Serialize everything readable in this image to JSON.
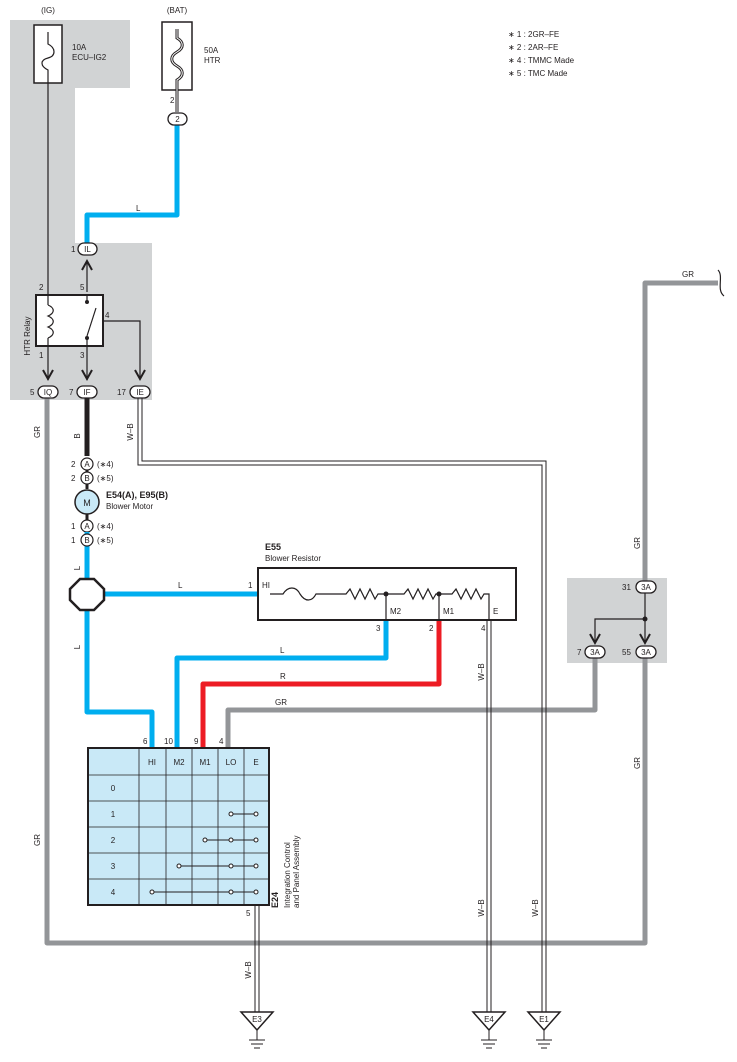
{
  "colors": {
    "blue": "#00aeef",
    "red": "#ed1c24",
    "gray": "#939598",
    "black": "#231f20",
    "shade": "#d1d3d4",
    "table_fill": "#c9e9f7"
  },
  "icons": [
    "fuse-icon",
    "fusible-link-icon",
    "relay-coil-icon",
    "switch-contact-icon",
    "motor-icon",
    "resistor-icon",
    "ground-icon",
    "junction-icon",
    "break-mark-icon"
  ],
  "legend": [
    "∗ 1 : 2GR–FE",
    "∗ 2 : 2AR–FE",
    "∗ 4 : TMMC Made",
    "∗ 5 : TMC Made"
  ],
  "fuses": {
    "ig": {
      "source": "(IG)",
      "rating": "10A",
      "name": "ECU–IG2"
    },
    "bat": {
      "source": "(BAT)",
      "rating": "50A",
      "name": "HTR"
    }
  },
  "relay": {
    "name": "HTR Relay",
    "pins": {
      "p1": "1",
      "p2": "2",
      "p3": "3",
      "p4": "4",
      "p5": "5"
    }
  },
  "connectors": {
    "bat_pin": "2",
    "bat_conn": "2",
    "il_pin": "1",
    "il": "IL",
    "iq_pin": "5",
    "iq": "IQ",
    "if_pin": "7",
    "if": "IF",
    "ie_pin": "17",
    "ie": "IE",
    "c3a_top_pin": "31",
    "c3a_left_pin": "7",
    "c3a_right_pin": "55",
    "c3a": "3A"
  },
  "motor": {
    "ref": "E54(A), E95(B)",
    "name": "Blower Motor",
    "symbol": "M",
    "top": [
      {
        "pin": "2",
        "conn": "A",
        "note": "(∗4)"
      },
      {
        "pin": "2",
        "conn": "B",
        "note": "(∗5)"
      }
    ],
    "bottom": [
      {
        "pin": "1",
        "conn": "A",
        "note": "(∗4)"
      },
      {
        "pin": "1",
        "conn": "B",
        "note": "(∗5)"
      }
    ]
  },
  "resistor": {
    "ref": "E55",
    "name": "Blower Resistor",
    "hi_pin": "1",
    "hi": "HI",
    "m2": "M2",
    "m2_pin": "3",
    "m1": "M1",
    "m1_pin": "2",
    "e": "E",
    "e_pin": "4"
  },
  "panel": {
    "ref": "E24",
    "name_line1": "Integration Control",
    "name_line2": "and Panel Assembly",
    "columns": [
      "HI",
      "M2",
      "M1",
      "LO",
      "E"
    ],
    "pins": [
      "6",
      "10",
      "9",
      "4"
    ],
    "ground_pin": "5",
    "rows": [
      "0",
      "1",
      "2",
      "3",
      "4"
    ]
  },
  "wires": {
    "L": "L",
    "B": "B",
    "R": "R",
    "GR": "GR",
    "WB": "W–B"
  },
  "grounds": [
    "E3",
    "E4",
    "E1"
  ]
}
